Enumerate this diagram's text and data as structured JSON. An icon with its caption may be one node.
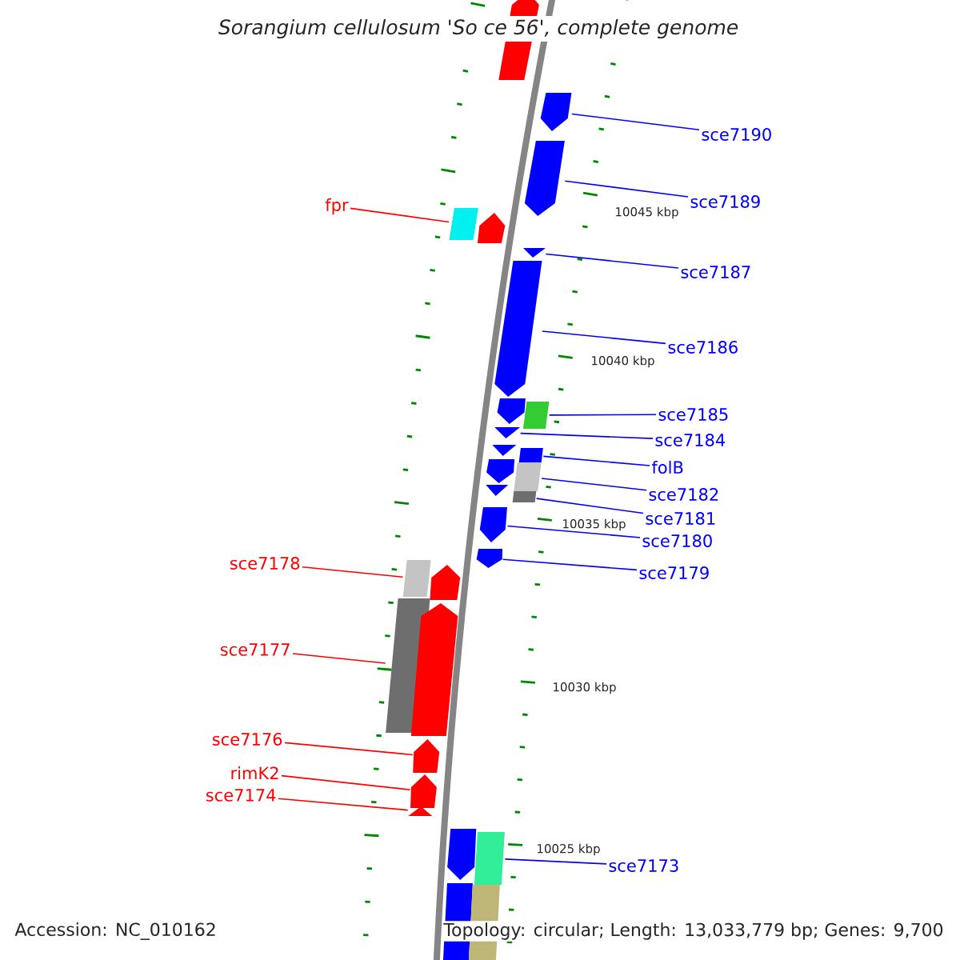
{
  "diagram": {
    "title": "Sorangium cellulosum 'So ce 56', complete genome",
    "nodes": [
      {
        "text": [
          "sce7190"
        ]
      },
      {
        "text": [
          "sce7189"
        ]
      },
      {
        "text": [
          "sce7187"
        ]
      },
      {
        "text": [
          "sce7186"
        ]
      },
      {
        "text": [
          "sce7185"
        ]
      },
      {
        "text": [
          "sce7184"
        ]
      },
      {
        "text": [
          "folB"
        ]
      },
      {
        "text": [
          "sce7182"
        ]
      },
      {
        "text": [
          "sce7181"
        ]
      },
      {
        "text": [
          "sce7180"
        ]
      },
      {
        "text": [
          "sce7179"
        ]
      },
      {
        "text": [
          "fpr"
        ]
      },
      {
        "text": [
          "sce7178"
        ]
      },
      {
        "text": [
          "sce7177"
        ]
      },
      {
        "text": [
          "sce7176"
        ]
      },
      {
        "text": [
          "rimK2"
        ]
      },
      {
        "text": [
          "sce7174"
        ]
      },
      {
        "text": [
          "sce7173"
        ]
      },
      {
        "text": [],
        "shape": "pentagon"
      },
      {
        "text": [],
        "shape": "pentagon"
      },
      {
        "text": [],
        "shape": "pentagon"
      },
      {
        "text": [],
        "shape": "box"
      },
      {
        "text": [],
        "shape": "pentagon"
      },
      {
        "text": [],
        "shape": "pentagon"
      },
      {
        "text": [],
        "shape": "pentagon"
      },
      {
        "text": [],
        "shape": "pentagon"
      },
      {
        "text": [],
        "shape": "box"
      },
      {
        "text": [],
        "shape": "pentagon"
      },
      {
        "text": [],
        "shape": "pentagon"
      },
      {
        "text": [],
        "shape": "box"
      },
      {
        "text": [],
        "shape": "pentagon"
      },
      {
        "text": [],
        "shape": "box"
      },
      {
        "text": [],
        "shape": "pentagon"
      },
      {
        "text": [],
        "shape": "box"
      },
      {
        "text": [],
        "shape": "pentagon"
      },
      {
        "text": [],
        "shape": "pentagon"
      },
      {
        "text": [],
        "shape": "box"
      },
      {
        "text": [],
        "shape": "pentagon"
      },
      {
        "text": [],
        "shape": "box"
      },
      {
        "text": [],
        "shape": "pentagon"
      },
      {
        "text": [],
        "shape": "pentagon"
      },
      {
        "text": [],
        "shape": "pentagon"
      },
      {
        "text": [],
        "shape": "pentagon"
      },
      {
        "text": [],
        "shape": "pentagon"
      },
      {
        "text": [],
        "shape": "box"
      },
      {
        "text": [],
        "shape": "box"
      },
      {
        "text": [],
        "shape": "box"
      }
    ],
    "edges": [
      {
        "from": 0,
        "to": 19,
        "arrow": "none"
      },
      {
        "from": 1,
        "to": 20,
        "arrow": "none"
      },
      {
        "from": 2,
        "to": 23,
        "arrow": "none"
      },
      {
        "from": 3,
        "to": 24,
        "arrow": "none"
      },
      {
        "from": 4,
        "to": 26,
        "arrow": "none"
      },
      {
        "from": 5,
        "to": 27,
        "arrow": "none"
      },
      {
        "from": 6,
        "to": 29,
        "arrow": "none"
      },
      {
        "from": 7,
        "to": 31,
        "arrow": "none"
      },
      {
        "from": 8,
        "to": 33,
        "arrow": "none"
      },
      {
        "from": 9,
        "to": 34,
        "arrow": "none"
      },
      {
        "from": 10,
        "to": 35,
        "arrow": "none"
      },
      {
        "from": 11,
        "to": 21,
        "arrow": "none",
        "color": "#ff0000"
      },
      {
        "from": 12,
        "to": 36,
        "arrow": "none",
        "color": "#ff0000"
      },
      {
        "from": 13,
        "to": 38,
        "arrow": "none",
        "color": "#ff0000"
      },
      {
        "from": 14,
        "to": 40,
        "arrow": "none",
        "color": "#ff0000"
      },
      {
        "from": 15,
        "to": 41,
        "arrow": "none",
        "color": "#ff0000"
      },
      {
        "from": 16,
        "to": 42,
        "arrow": "none",
        "color": "#ff0000"
      },
      {
        "from": 17,
        "to": 44,
        "arrow": "none"
      }
    ],
    "labels": [
      "10045 kbp",
      "10040 kbp",
      "10035 kbp",
      "10030 kbp",
      "10025 kbp",
      "Accession: NC_010162",
      "Topology: circular; Length: 13,033,779 bp; Genes: 9,700"
    ]
  }
}
